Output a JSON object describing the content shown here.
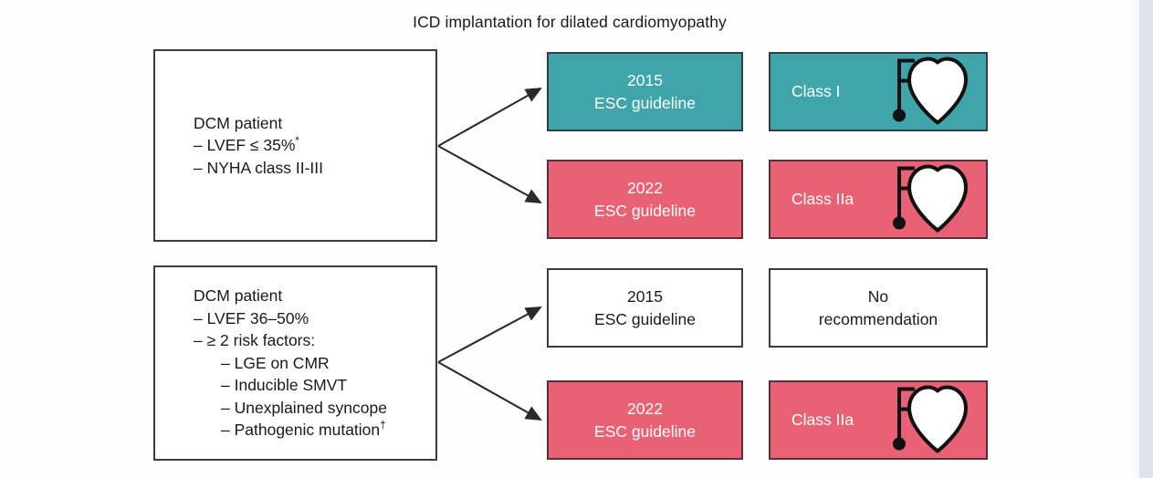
{
  "figure": {
    "title": "ICD implantation for dilated cardiomyopathy"
  },
  "colors": {
    "teal": "#3fa5ab",
    "pink": "#e96175",
    "white": "#ffffff",
    "border": "#3b3b3b",
    "text": "#1a1a1a",
    "gutter": "#dce5ec"
  },
  "rows": [
    {
      "criteria": {
        "title": "DCM patient",
        "lines": [
          "DCM patient",
          "– LVEF ≤ 35%*",
          "– NYHA class II-III"
        ]
      },
      "branches": [
        {
          "guideline": "2015\nESC guideline",
          "guideline_year": "2015",
          "guideline_sub": "ESC guideline",
          "guideline_style": "teal",
          "recommendation": "Class I",
          "recommendation_style": "teal",
          "has_icd_icon": true
        },
        {
          "guideline": "2022\nESC guideline",
          "guideline_year": "2022",
          "guideline_sub": "ESC guideline",
          "guideline_style": "pink",
          "recommendation": "Class IIa",
          "recommendation_style": "pink",
          "has_icd_icon": true
        }
      ]
    },
    {
      "criteria": {
        "title": "DCM patient",
        "lines": [
          "DCM patient",
          "– LVEF 36–50%",
          "– ≥ 2 risk factors:",
          "– LGE on CMR",
          "– Inducible SMVT",
          "– Unexplained syncope",
          "– Pathogenic mutation†"
        ]
      },
      "branches": [
        {
          "guideline": "2015\nESC guideline",
          "guideline_year": "2015",
          "guideline_sub": "ESC guideline",
          "guideline_style": "plain",
          "recommendation": "No\nrecommendation",
          "recommendation_style": "plain",
          "has_icd_icon": false
        },
        {
          "guideline": "2022\nESC guideline",
          "guideline_year": "2022",
          "guideline_sub": "ESC guideline",
          "guideline_style": "pink",
          "recommendation": "Class IIa",
          "recommendation_style": "pink",
          "has_icd_icon": true
        }
      ]
    }
  ],
  "icons": {
    "icd_device": "icd-heart-icon",
    "arrow": "arrow-icon"
  }
}
